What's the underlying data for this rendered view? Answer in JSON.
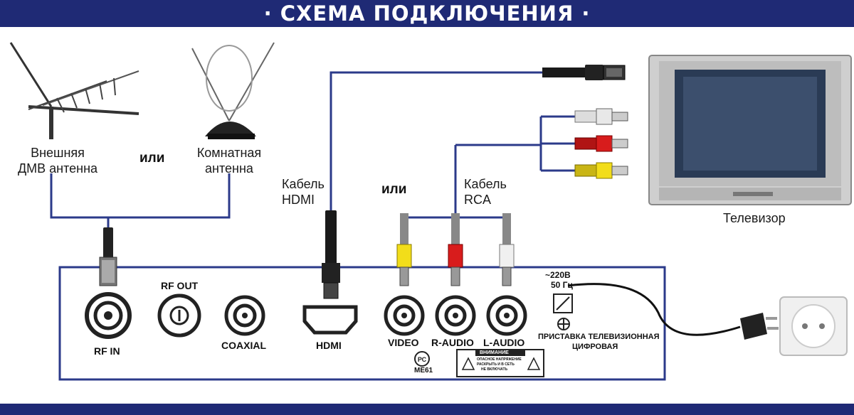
{
  "header": {
    "title": "· СХЕМА ПОДКЛЮЧЕНИЯ ·"
  },
  "labels": {
    "outdoor_antenna_line1": "Внешняя",
    "outdoor_antenna_line2": "ДМВ антенна",
    "or_antenna": "или",
    "indoor_antenna_line1": "Комнатная",
    "indoor_antenna_line2": "антенна",
    "hdmi_cable_line1": "Кабель",
    "hdmi_cable_line2": "HDMI",
    "or_cable": "или",
    "rca_cable_line1": "Кабель",
    "rca_cable_line2": "RCA",
    "tv": "Телевизор"
  },
  "ports": {
    "rf_in": "RF IN",
    "rf_out": "RF OUT",
    "coaxial": "COAXIAL",
    "hdmi": "HDMI",
    "video": "VIDEO",
    "r_audio": "R-AUDIO",
    "l_audio": "L-AUDIO"
  },
  "power": {
    "voltage": "~220В",
    "frequency": "50 Гц"
  },
  "device": {
    "name_line1": "ПРИСТАВКА ТЕЛЕВИЗИОННАЯ",
    "name_line2": "ЦИФРОВАЯ",
    "cert_mark": "МЕ61",
    "warning_title": "ВНИМАНИЕ",
    "warning_line1": "ОПАСНОЕ НАПРЯЖЕНИЕ",
    "warning_line2": "РАСКРЫТЬ И В СЕТЬ",
    "warning_line3": "НЕ ВКЛЮЧАТЬ"
  },
  "colors": {
    "brand_navy": "#1f2a75",
    "line_blue": "#2b3a8a",
    "rca_yellow": "#f2dd1a",
    "rca_red": "#d81c1c",
    "rca_white": "#e8e8e8"
  }
}
